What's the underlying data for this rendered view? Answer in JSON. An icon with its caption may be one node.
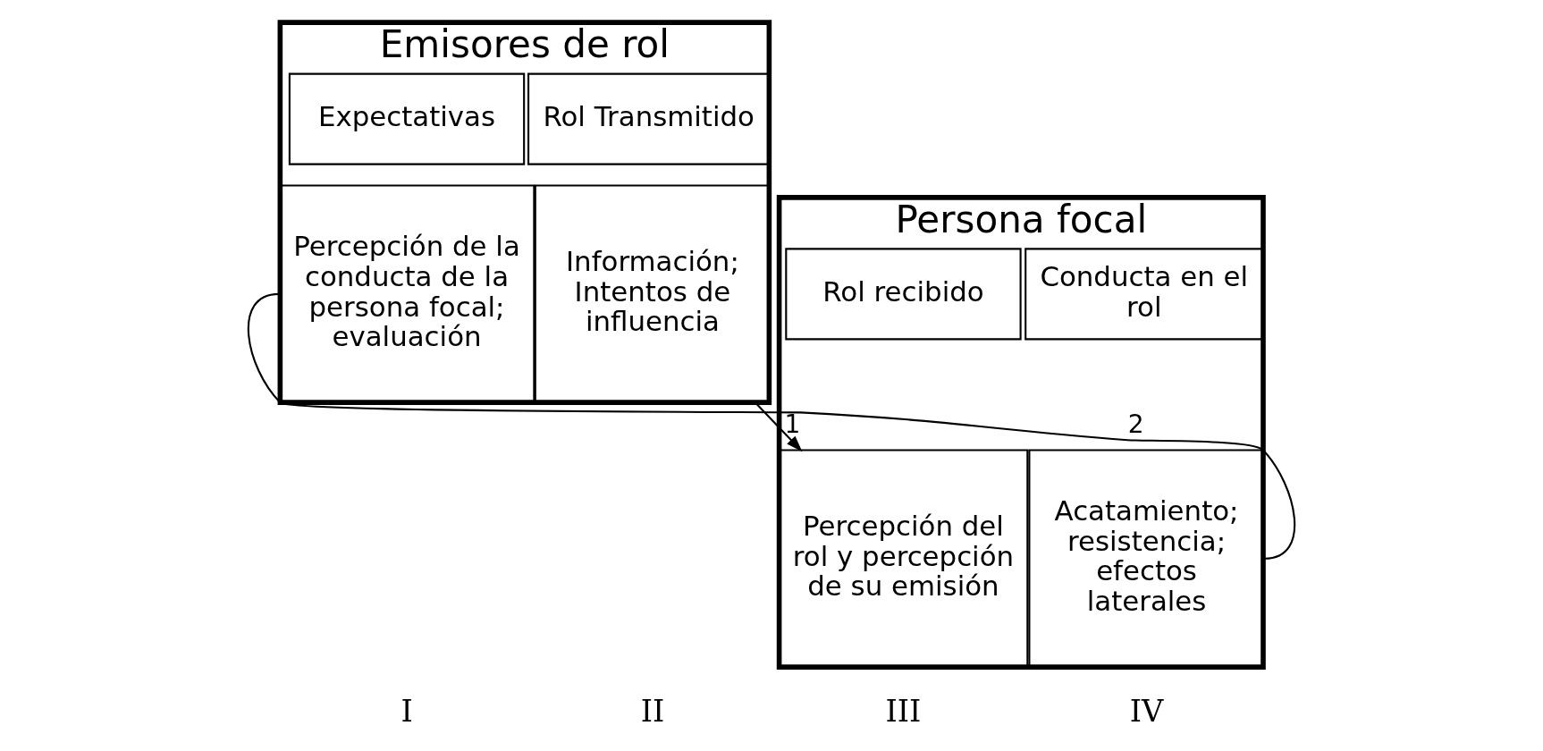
{
  "diagram": {
    "nodes": [
      {
        "text": [
          "Emisores de rol"
        ]
      },
      {
        "text": [
          "Expectativas"
        ],
        "in": 0
      },
      {
        "text": [
          "Rol Transmitido"
        ],
        "in": 0
      },
      {
        "text": [
          "Percepción de la conducta de la persona focal; evaluación"
        ],
        "in": 0
      },
      {
        "text": [
          "Información; Intentos de influencia"
        ],
        "in": 0
      },
      {
        "text": [
          "Persona focal"
        ]
      },
      {
        "text": [
          "Rol recibido"
        ],
        "in": 5
      },
      {
        "text": [
          "Conducta en el rol"
        ],
        "in": 5
      },
      {
        "text": [
          "Percepción del rol y percepción de su emisión"
        ],
        "in": 5
      },
      {
        "text": [
          "Acatamiento; resistencia; efectos laterales"
        ],
        "in": 5
      }
    ],
    "edges": [
      {
        "from": 0,
        "to": 5,
        "arrow": "to",
        "label": "1"
      },
      {
        "from": 5,
        "to": 0,
        "arrow": "none",
        "label": "2"
      }
    ],
    "labels": [
      "I",
      "II",
      "III",
      "IV"
    ]
  }
}
